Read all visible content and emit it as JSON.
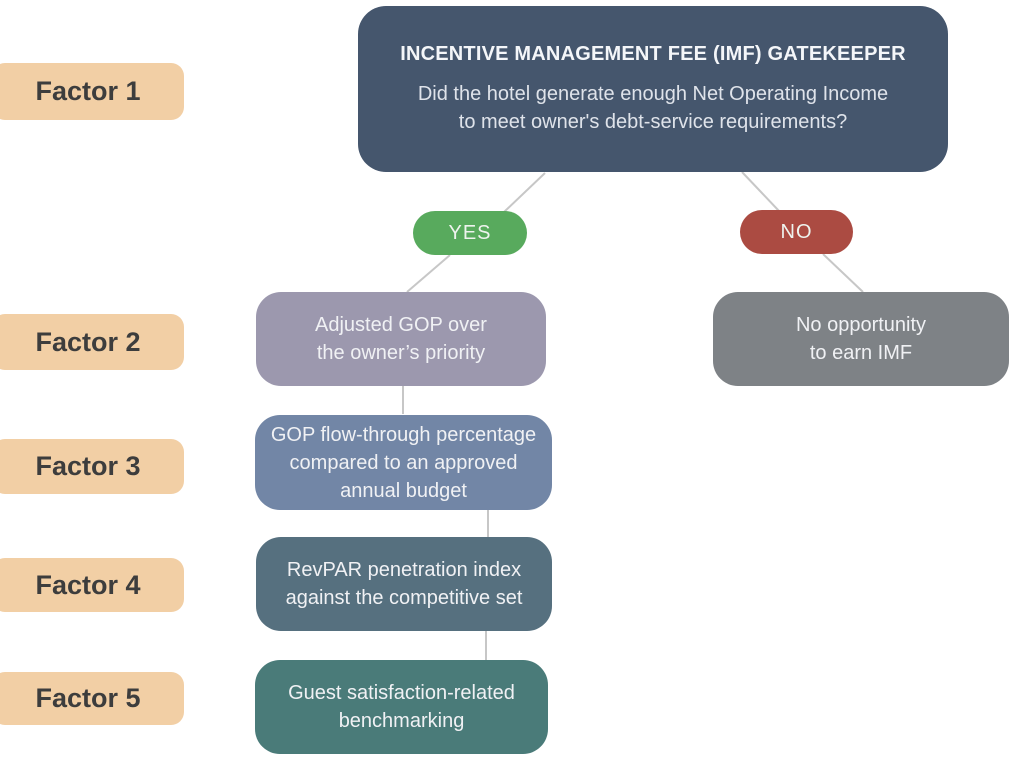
{
  "root_node": {
    "title": "INCENTIVE MANAGEMENT FEE (IMF) GATEKEEPER",
    "question_lines": [
      "Did the hotel generate enough Net Operating Income",
      "to meet owner's debt-service requirements?"
    ]
  },
  "branches": {
    "yes_label": "YES",
    "no_label": "NO"
  },
  "factor_labels": [
    {
      "label": "Factor 1"
    },
    {
      "label": "Factor 2"
    },
    {
      "label": "Factor 3"
    },
    {
      "label": "Factor 4"
    },
    {
      "label": "Factor 5"
    }
  ],
  "step_nodes": {
    "factor2": {
      "lines": [
        "Adjusted GOP over",
        "the owner’s priority"
      ]
    },
    "factor3": {
      "lines": [
        "GOP flow-through percentage",
        "compared to an approved",
        "annual budget"
      ]
    },
    "factor4": {
      "lines": [
        "RevPAR penetration index",
        "against the competitive set"
      ]
    },
    "factor5": {
      "lines": [
        "Guest satisfaction-related",
        "benchmarking"
      ]
    }
  },
  "no_branch_node": {
    "lines": [
      "No opportunity",
      "to earn IMF"
    ]
  },
  "colors": {
    "root_node": "#45566d",
    "yes_pill": "#58aa5d",
    "no_pill": "#ab4b42",
    "factor_label": "#f2cfa5",
    "factor2_node": "#9c98ae",
    "factor3_node": "#7286a6",
    "factor4_node": "#56707f",
    "factor5_node": "#4a7b79",
    "no_branch_node": "#7e8286",
    "connector": "#c7c7c7",
    "background": "#ffffff"
  }
}
